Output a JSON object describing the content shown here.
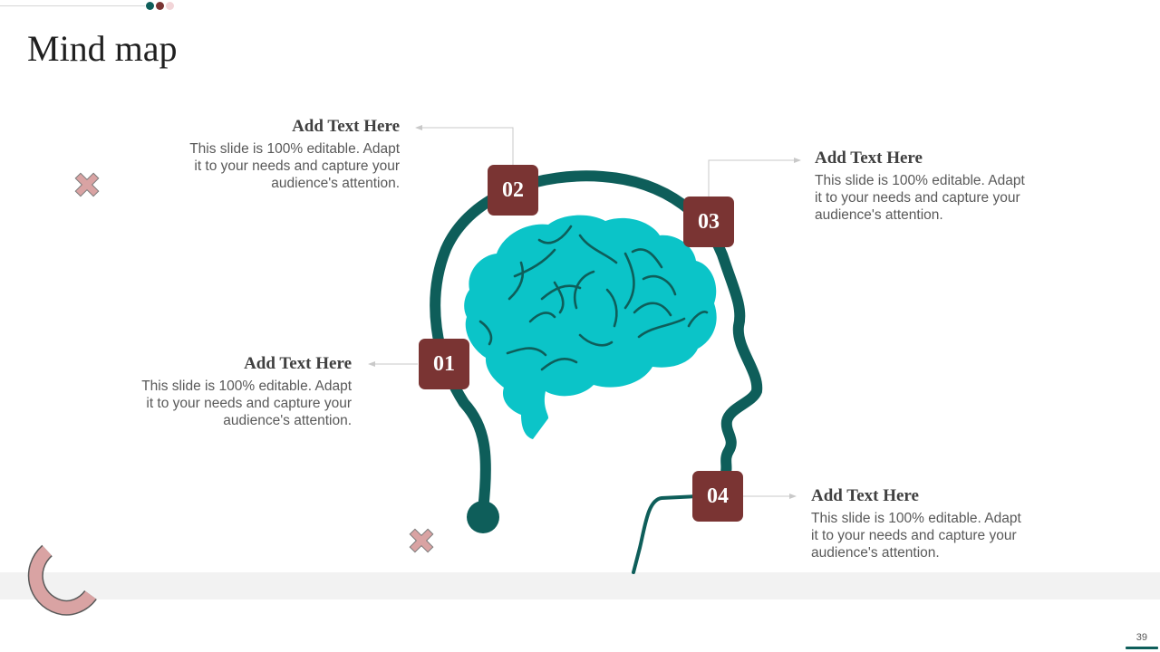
{
  "title": "Mind map",
  "page_number": "39",
  "colors": {
    "teal_dark": "#0e5e5a",
    "brain_cyan": "#0bc4c8",
    "number_box": "#7a3433",
    "pink_accent": "#d9a3a3"
  },
  "icons": [
    "brain-icon",
    "head-silhouette-icon",
    "cross-icon",
    "arc-icon"
  ],
  "items": [
    {
      "number": "01",
      "heading": "Add Text Here",
      "text": "This slide is 100% editable. Adapt it to your needs and capture your audience's attention."
    },
    {
      "number": "02",
      "heading": "Add Text Here",
      "text": "This slide is 100% editable. Adapt it to your needs and capture your audience's attention."
    },
    {
      "number": "03",
      "heading": "Add Text Here",
      "text": "This slide is 100% editable. Adapt it to your needs and capture your audience's attention."
    },
    {
      "number": "04",
      "heading": "Add Text Here",
      "text": "This slide is 100% editable. Adapt it to your needs and capture your audience's attention."
    }
  ]
}
